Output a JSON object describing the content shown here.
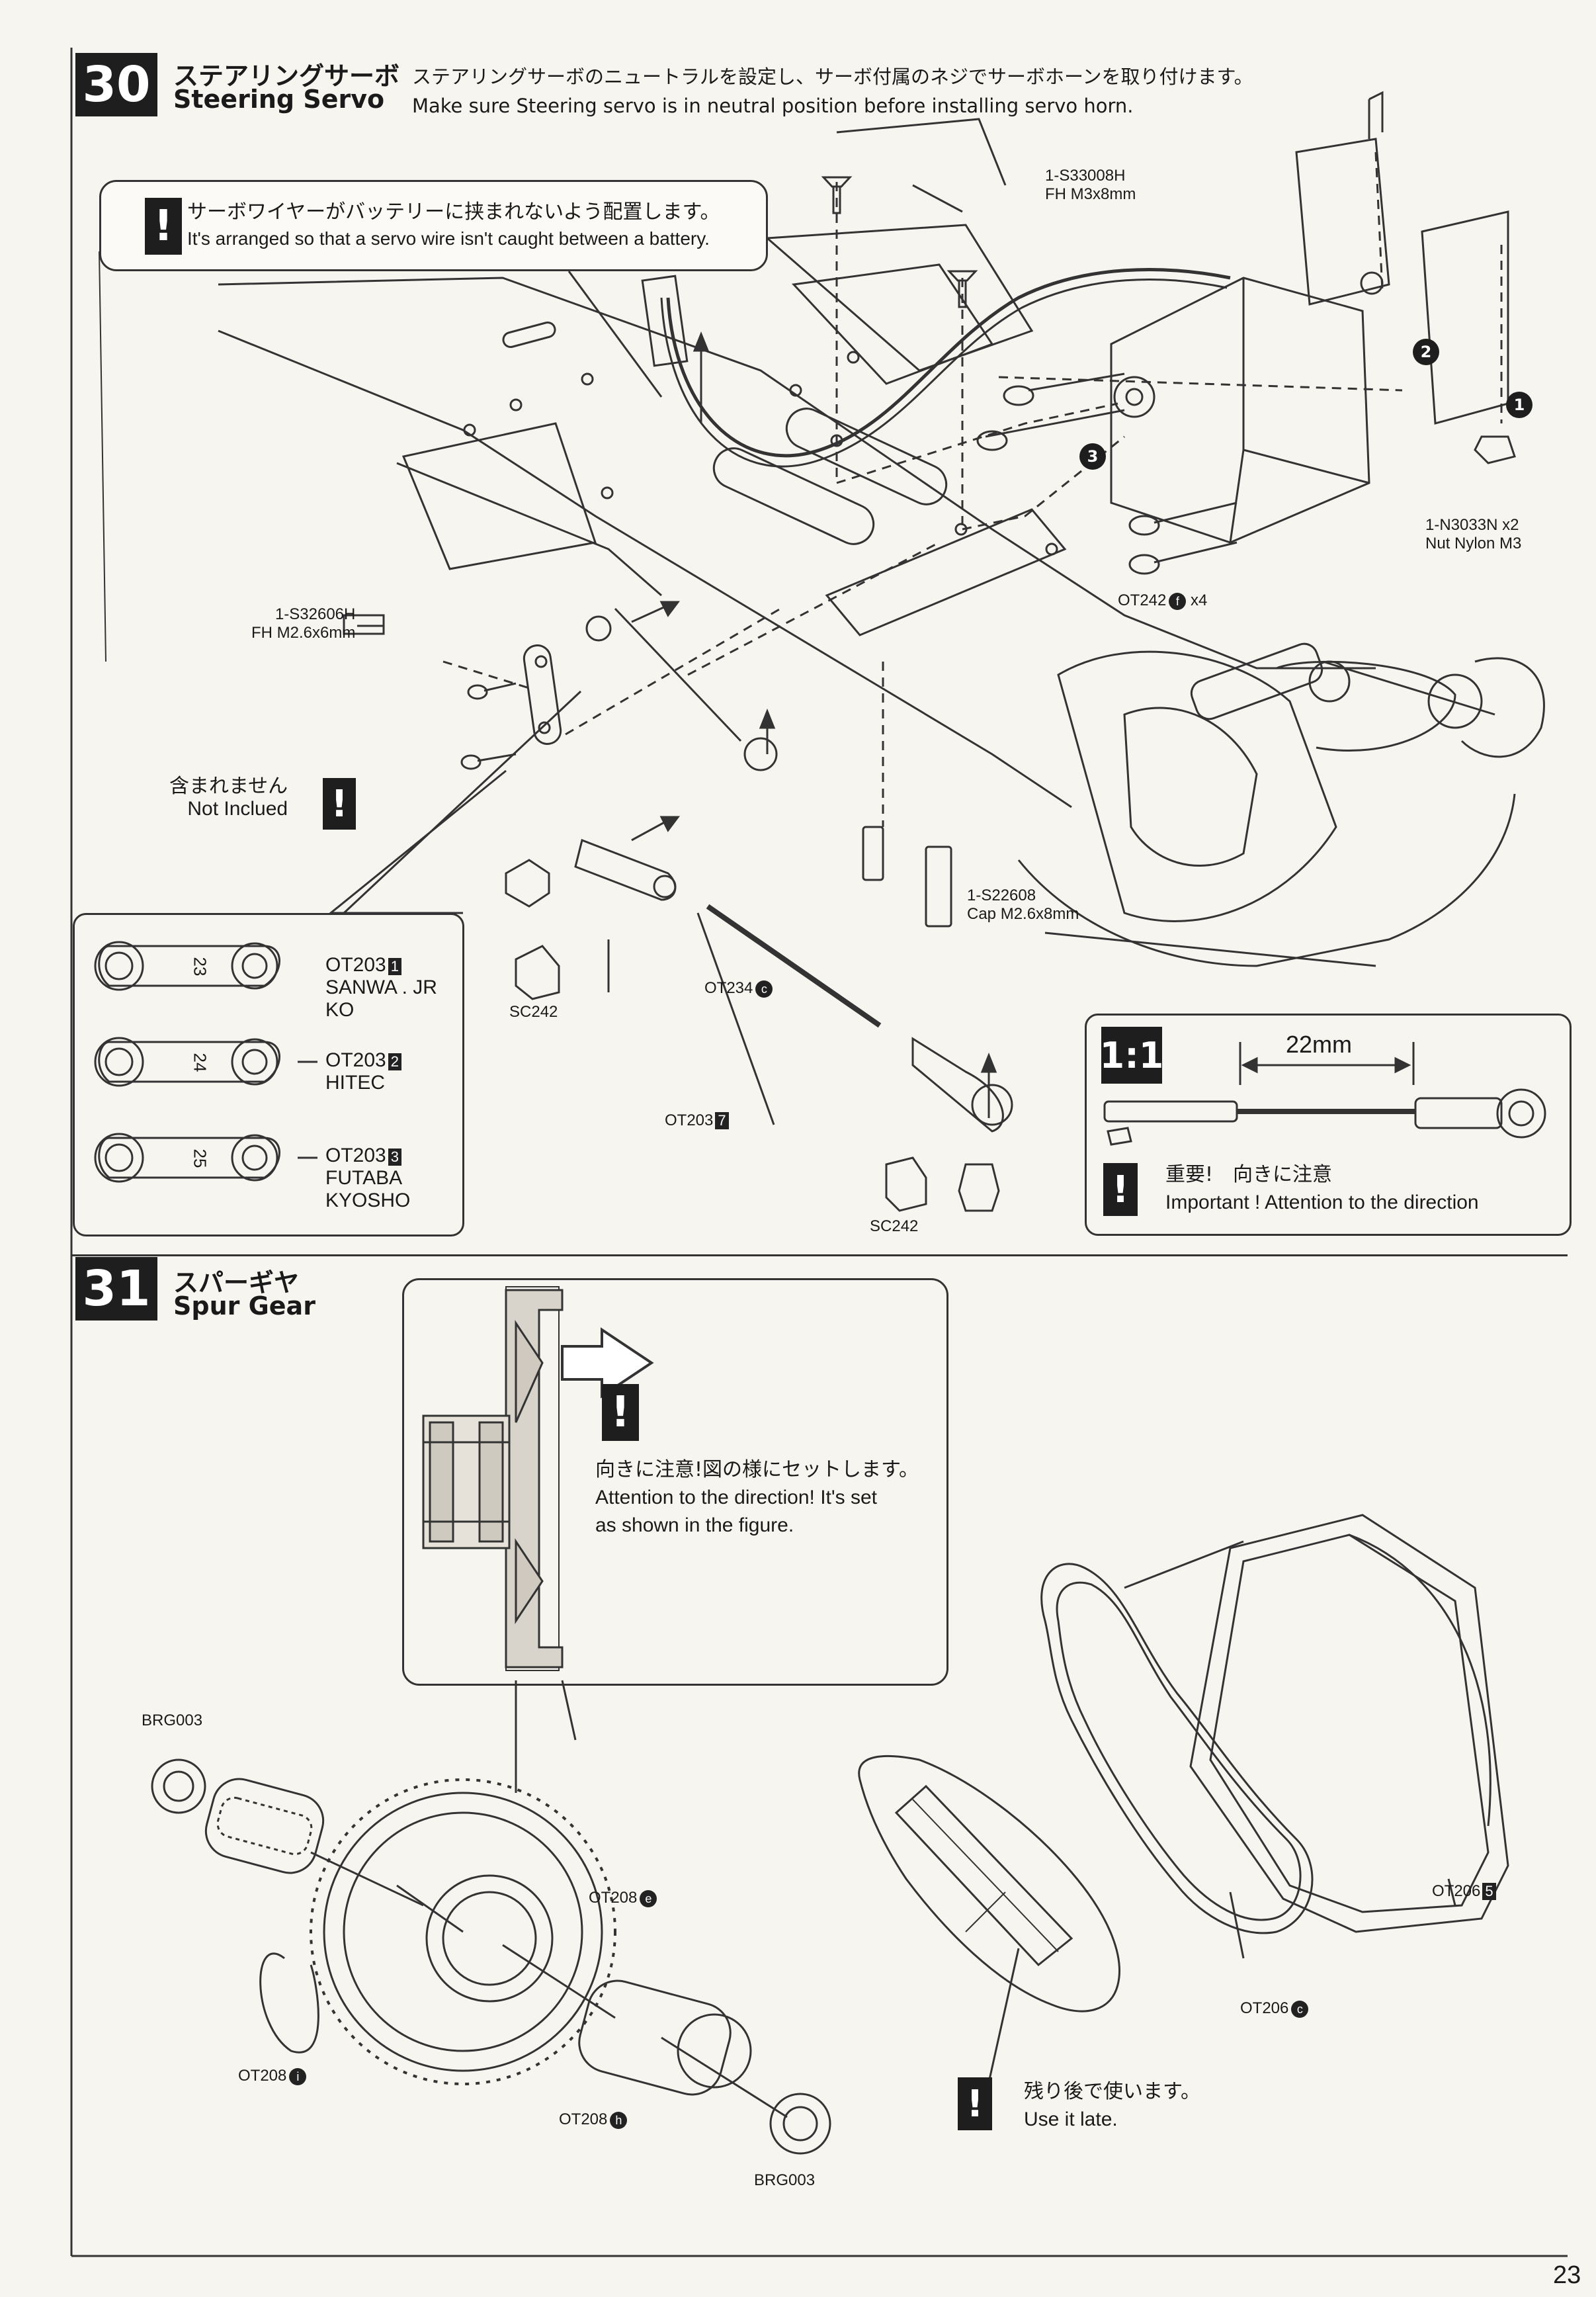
{
  "step30": {
    "number": "30",
    "title_jp": "ステアリングサーボ",
    "title_en": "Steering Servo",
    "desc_jp": "ステアリングサーボのニュートラルを設定し、サーボ付属のネジでサーボホーンを取り付けます。",
    "desc_en": "Make sure Steering servo is in neutral position before installing servo horn.",
    "wire_note_jp": "サーボワイヤーがバッテリーに挟まれないよう配置します。",
    "wire_note_en": "It's arranged so that a servo wire isn't caught between a battery.",
    "parts": {
      "s33008h_code": "1-S33008H",
      "s33008h_desc": "FH M3x8mm",
      "n3033n_code": "1-N3033N",
      "n3033n_qty": "x2",
      "n3033n_desc": "Nut Nylon M3",
      "ot242_code": "OT242",
      "ot242_sub": "f",
      "ot242_qty": "x4",
      "s32606h_code": "1-S32606H",
      "s32606h_desc": "FH M2.6x6mm",
      "s22608_code": "1-S22608",
      "s22608_desc": "Cap M2.6x8mm",
      "sc242_a": "SC242",
      "sc242_b": "SC242",
      "ot234_code": "OT234",
      "ot234_sub": "c",
      "ot203_code": "OT203",
      "ot203_sub": "7"
    },
    "not_included_jp": "含まれません",
    "not_included_en": "Not Inclued",
    "step_badges": [
      "1",
      "2",
      "3"
    ],
    "horns": [
      {
        "code": "OT203",
        "num": "1",
        "label1": "SANWA . JR",
        "label2": "KO",
        "arm_number": "23"
      },
      {
        "code": "OT203",
        "num": "2",
        "label1": "HITEC",
        "label2": "",
        "arm_number": "24"
      },
      {
        "code": "OT203",
        "num": "3",
        "label1": "FUTABA",
        "label2": "KYOSHO",
        "arm_number": "25"
      }
    ],
    "scale_box": {
      "scale": "1:1",
      "length": "22mm",
      "important_jp": "重要!　向きに注意",
      "important_en": "Important ! Attention to the direction"
    }
  },
  "step31": {
    "number": "31",
    "title_jp": "スパーギヤ",
    "title_en": "Spur Gear",
    "direction_jp": "向きに注意!図の様にセットします。",
    "direction_en_1": "Attention to the direction! It's set",
    "direction_en_2": "as shown in the figure.",
    "use_later_jp": "残り後で使います。",
    "use_later_en": "Use it late.",
    "parts": {
      "brg003_a": "BRG003",
      "brg003_b": "BRG003",
      "ot208e_code": "OT208",
      "ot208e_sub": "e",
      "ot208i_code": "OT208",
      "ot208i_sub": "i",
      "ot208h_code": "OT208",
      "ot208h_sub": "h",
      "ot206_5_code": "OT206",
      "ot206_5_sub": "5",
      "ot206c_code": "OT206",
      "ot206c_sub": "c"
    }
  },
  "page_number": "23"
}
